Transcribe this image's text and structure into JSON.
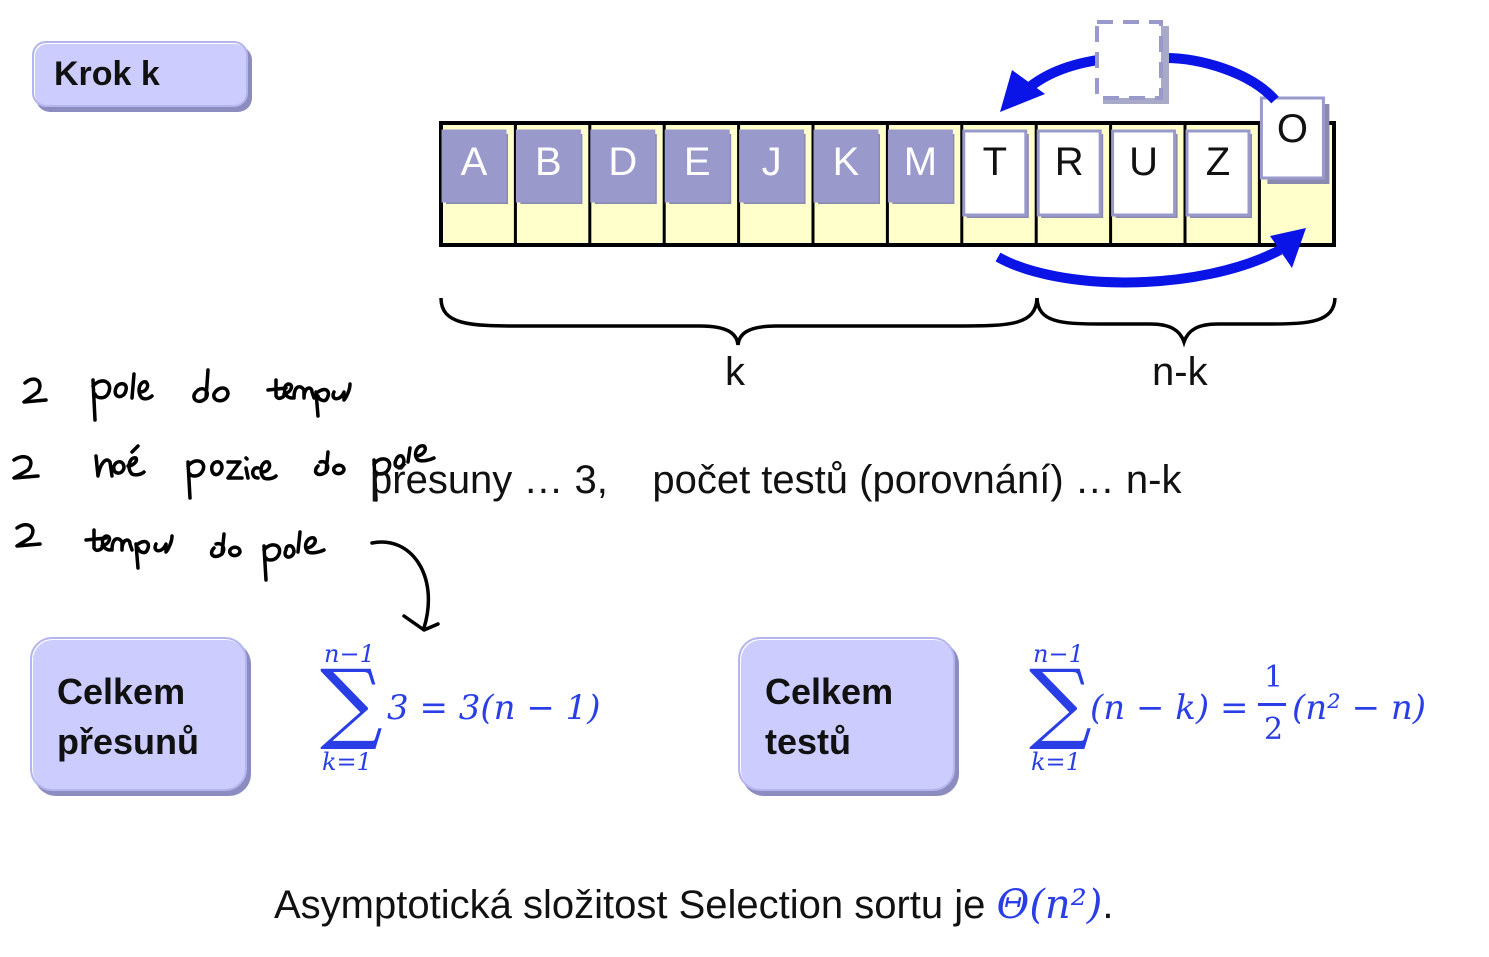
{
  "title": "Krok k",
  "array": {
    "sorted_cells": [
      "A",
      "B",
      "D",
      "E",
      "J",
      "K",
      "M"
    ],
    "unsorted_cells": [
      "T",
      "R",
      "U",
      "Z"
    ],
    "selected_cell": "O",
    "colors": {
      "cell_bg": "#ffffcc",
      "sorted_card": "#9999cc",
      "unsorted_card": "#ffffff",
      "card_border": "#9999cc",
      "arrow": "#0a14e6"
    }
  },
  "braces": {
    "k_label": "k",
    "nk_label": "n-k"
  },
  "handwritten_notes": [
    "2  pole do tempa",
    "2  nové pozice do pole",
    "2  tempa do pole"
  ],
  "statement": "přesuny … 3,    počet testů (porovnání) … n-k",
  "summary": {
    "moves_label_line1": "Celkem",
    "moves_label_line2": "přesunů",
    "moves_formula": {
      "upper": "n−1",
      "lower": "k=1",
      "body": "3 = 3(n − 1)"
    },
    "tests_label_line1": "Celkem",
    "tests_label_line2": "testů",
    "tests_formula": {
      "upper": "n−1",
      "lower": "k=1",
      "body_left": "(n − k) =",
      "frac_num": "1",
      "frac_den": "2",
      "body_right": "(n² − n)"
    }
  },
  "conclusion_text": "Asymptotická složitost Selection sortu je ",
  "conclusion_math": "Θ(n²)",
  "conclusion_end": "."
}
